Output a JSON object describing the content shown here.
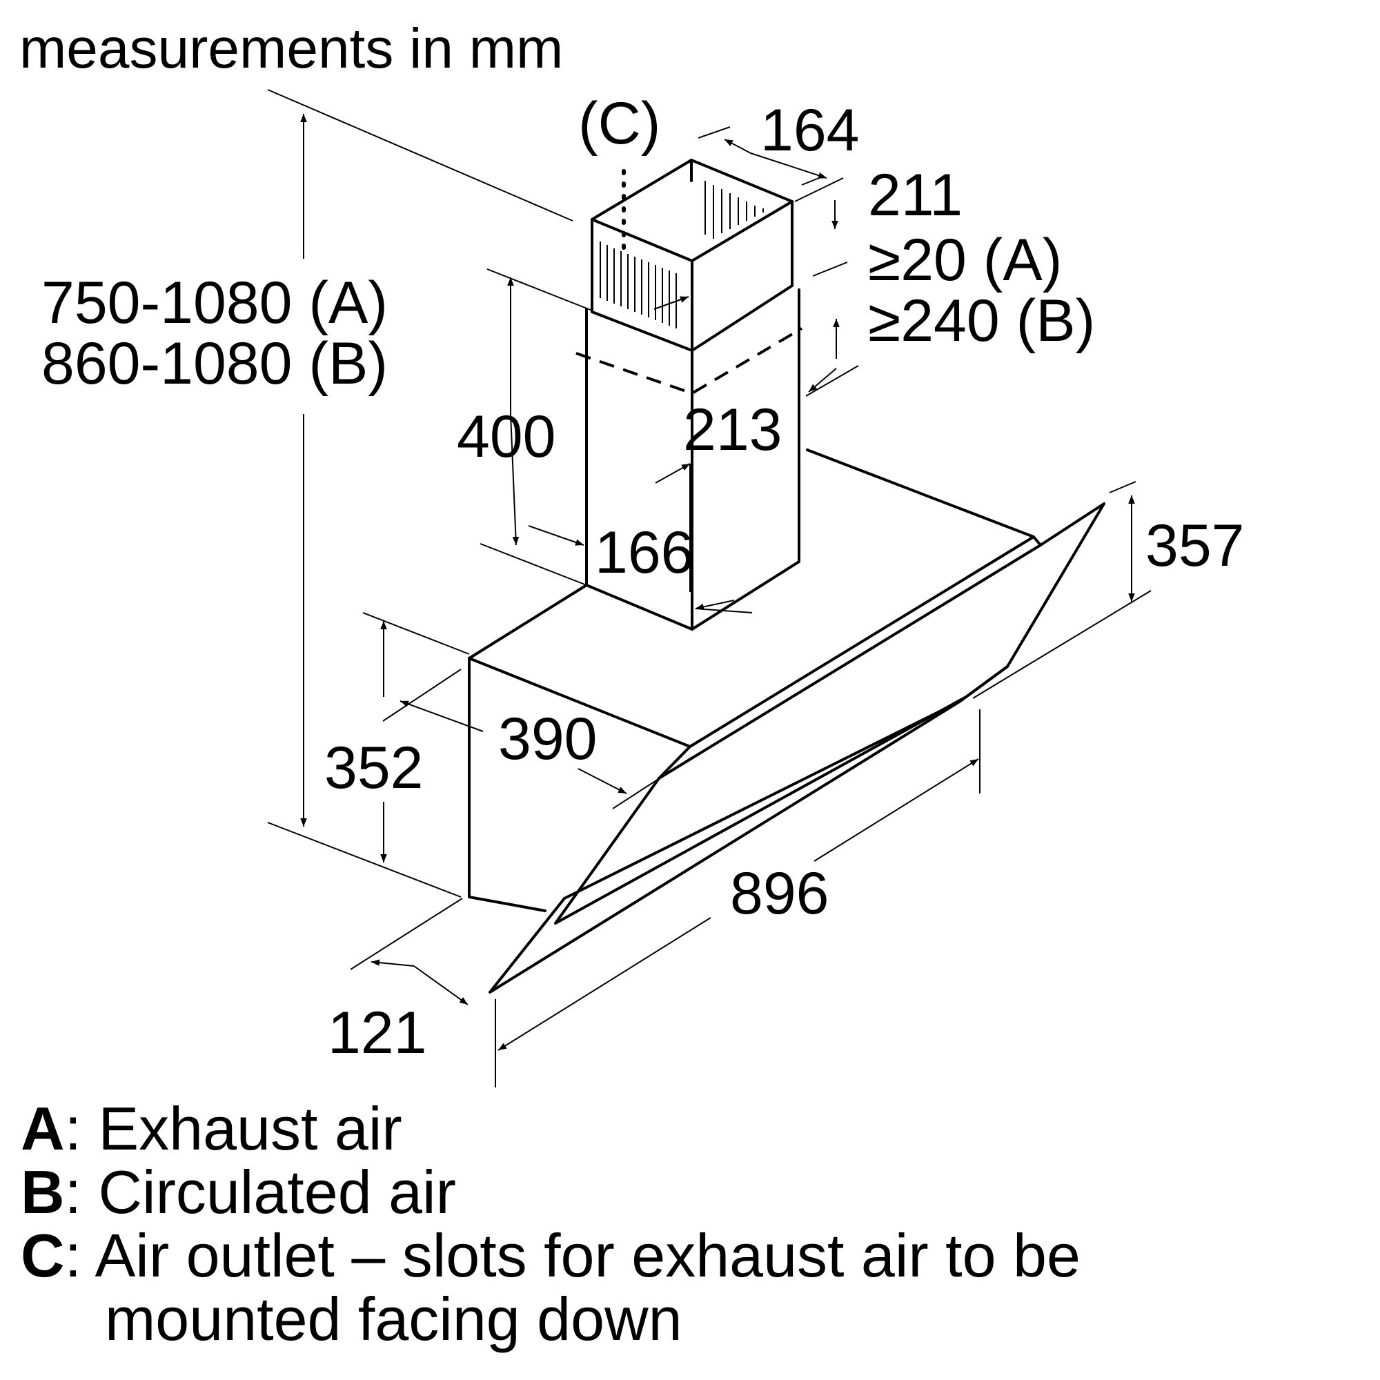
{
  "header": {
    "units_note": "measurements in mm"
  },
  "dimensions": {
    "total_height_a": "750-1080 (A)",
    "total_height_b": "860-1080 (B)",
    "chimney_width": "164",
    "chimney_depth_top": "211",
    "clearance_a": "≥20 (A)",
    "clearance_b": "≥240 (B)",
    "chimney_depth_bottom": "213",
    "chimney_height": "400",
    "chimney_offset": "166",
    "body_height": "352",
    "body_depth": "390",
    "hood_height": "357",
    "hood_width": "896",
    "bottom_depth": "121",
    "outlet_marker": "(C)"
  },
  "legend": [
    {
      "key": "A",
      "text": ": Exhaust air"
    },
    {
      "key": "B",
      "text": ": Circulated air"
    },
    {
      "key": "C",
      "text": ": Air outlet – slots for exhaust air to be",
      "continuation": "mounted facing down"
    }
  ]
}
